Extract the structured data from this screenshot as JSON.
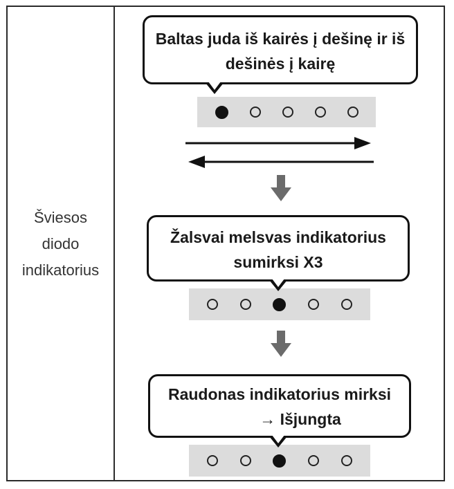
{
  "label": {
    "lines": [
      "Šviesos",
      "diodo",
      "indikatorius"
    ]
  },
  "steps": [
    {
      "callout_lines": [
        "Baltas juda iš kairės į dešinę ir iš",
        "dešinės į kairę"
      ],
      "leds": [
        "on",
        "off",
        "off",
        "off",
        "off"
      ]
    },
    {
      "callout_lines": [
        "Žalsvai melsvas indikatorius",
        "sumirksi X3"
      ],
      "leds": [
        "off",
        "off",
        "on",
        "off",
        "off"
      ]
    },
    {
      "callout_lines": [
        "Raudonas indikatorius mirksi",
        "→ Išjungta"
      ],
      "leds": [
        "off",
        "off",
        "on",
        "off",
        "off"
      ]
    }
  ],
  "direction_arrows": [
    "right",
    "left"
  ],
  "colors": {
    "led_bar": "#dcdcdc",
    "led_on": "#111111",
    "down_arrow": "#6b6b6b"
  }
}
